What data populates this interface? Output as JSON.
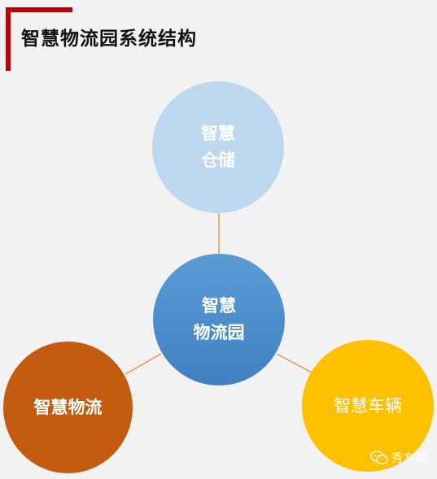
{
  "header": {
    "title": "智慧物流园系统结构"
  },
  "diagram": {
    "nodes": {
      "top": {
        "line1": "智慧",
        "line2": "仓储",
        "color": "#bdd7ee"
      },
      "center": {
        "line1": "智慧",
        "line2": "物流园",
        "color": "#5b9bd5"
      },
      "left": {
        "label": "智慧物流",
        "color": "#c55a11"
      },
      "right": {
        "label": "智慧车辆",
        "color": "#ffc000"
      }
    },
    "connector_color": "#ed7d31"
  },
  "watermark": {
    "text": "秀方案",
    "icon": "wechat-icon"
  },
  "colors": {
    "accent": "#c00000",
    "background": "#f2f2f2"
  }
}
